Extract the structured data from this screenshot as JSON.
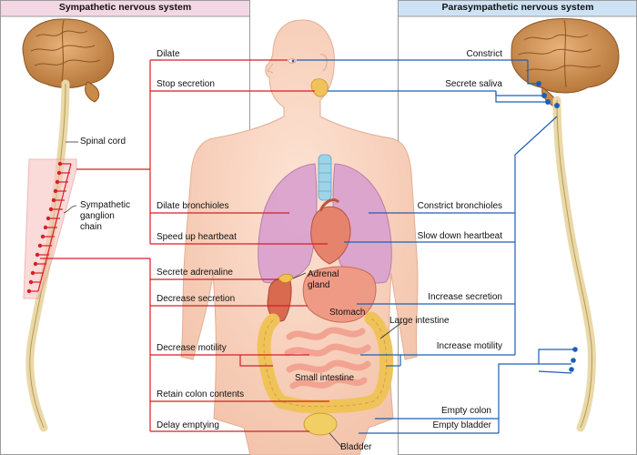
{
  "headers": {
    "sympathetic": "Sympathetic nervous system",
    "parasympathetic": "Parasympathetic nervous system"
  },
  "sympathetic_labels": {
    "spinal_cord": "Spinal cord",
    "ganglion_chain": [
      "Sympathetic",
      "ganglion",
      "chain"
    ]
  },
  "sympathetic_effects": [
    "Dilate",
    "Stop secretion",
    "Dilate bronchioles",
    "Speed up heartbeat",
    "Secrete adrenaline",
    "Decrease secretion",
    "Decrease motility",
    "Retain colon contents",
    "Delay emptying"
  ],
  "parasympathetic_effects": [
    "Constrict",
    "Secrete saliva",
    "Constrict bronchioles",
    "Slow down heartbeat",
    "Increase secretion",
    "Increase motility",
    "Empty colon",
    "Empty bladder"
  ],
  "organ_labels": {
    "adrenal_gland": [
      "Adrenal",
      "gland"
    ],
    "stomach": "Stomach",
    "large_intestine": "Large intestine",
    "small_intestine": "Small intestine",
    "bladder": "Bladder"
  },
  "colors": {
    "sympathetic_line": "#d61f26",
    "parasympathetic_line": "#1f5fb4",
    "sympathetic_header_bg": "#f4d7e4",
    "parasympathetic_header_bg": "#cde3f5",
    "body_skin": "#f8d3bf",
    "brain": "#c98b48"
  }
}
